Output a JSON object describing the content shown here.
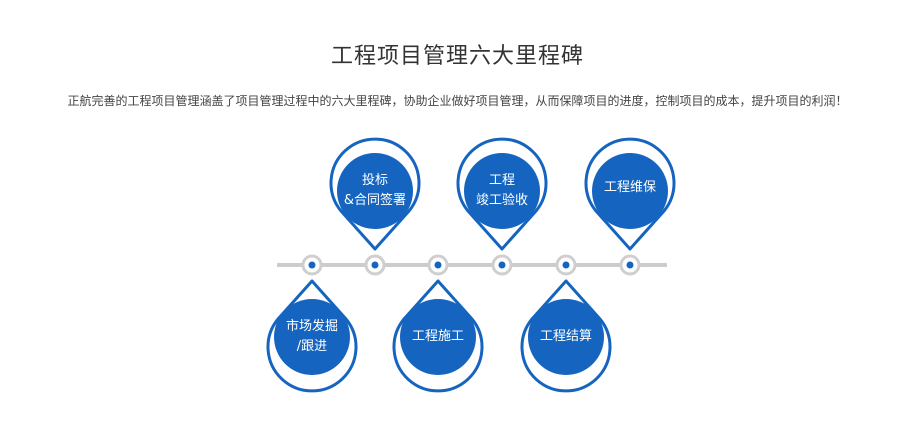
{
  "title": "工程项目管理六大里程碑",
  "subtitle": "正航完善的工程项目管理涵盖了项目管理过程中的六大里程碑，协助企业做好项目管理，从而保障项目的进度，控制项目的成本，提升项目的利润！",
  "colors": {
    "blue": "#1565c0",
    "timeline": "#cccccc",
    "node_ring": "#cfcfcf"
  },
  "milestones": [
    {
      "id": "market",
      "lines": [
        "市场发掘",
        "/跟进"
      ]
    },
    {
      "id": "bidding",
      "lines": [
        "投标",
        "&合同签署"
      ]
    },
    {
      "id": "construction",
      "lines": [
        "工程施工"
      ]
    },
    {
      "id": "acceptance",
      "lines": [
        "工程",
        "竣工验收"
      ]
    },
    {
      "id": "settlement",
      "lines": [
        "工程结算"
      ]
    },
    {
      "id": "maintenance",
      "lines": [
        "工程维保"
      ]
    }
  ]
}
